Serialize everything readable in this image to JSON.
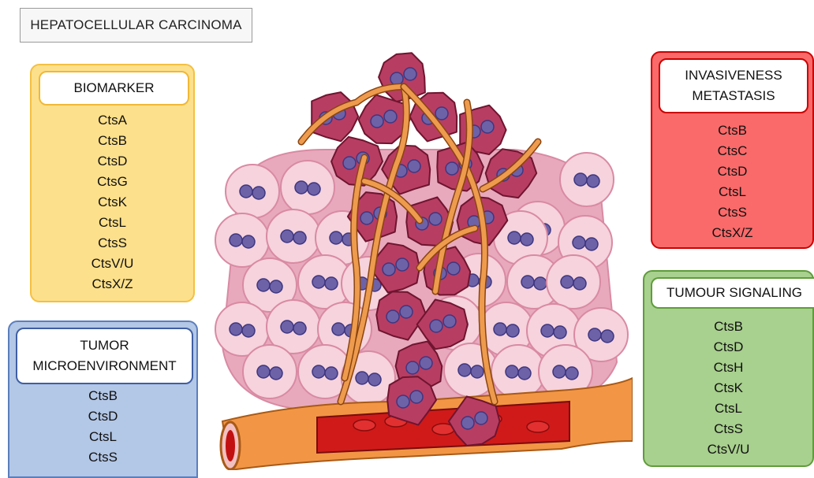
{
  "title": "HEPATOCELLULAR CARCINOMA",
  "panels": {
    "biomarker": {
      "header": [
        "BIOMARKER"
      ],
      "items": [
        "CtsA",
        "CtsB",
        "CtsD",
        "CtsG",
        "CtsK",
        "CtsL",
        "CtsS",
        "CtsV/U",
        "CtsX/Z"
      ],
      "fill": "#fde08b",
      "border": "#f4c042"
    },
    "microenvironment": {
      "header": [
        "TUMOR",
        "MICROENVIRONMENT"
      ],
      "items": [
        "CtsB",
        "CtsD",
        "CtsL",
        "CtsS"
      ],
      "fill": "#b3c7e6",
      "border": "#5b7ebd"
    },
    "invasiveness": {
      "header": [
        "INVASIVENESS",
        "METASTASIS"
      ],
      "items": [
        "CtsB",
        "CtsC",
        "CtsD",
        "CtsL",
        "CtsS",
        "CtsX/Z"
      ],
      "fill": "#fa6a6a",
      "border": "#cc0000"
    },
    "signaling": {
      "header": [
        "TUMOUR SIGNALING"
      ],
      "items": [
        "CtsB",
        "CtsD",
        "CtsH",
        "CtsK",
        "CtsL",
        "CtsS",
        "CtsV/U"
      ],
      "fill": "#a8d08e",
      "border": "#5f9c3a"
    }
  },
  "illustration": {
    "subject": "liver tumor with hepatocytes, cancer cells, capillaries and blood vessel",
    "colors": {
      "hepatocyte": "#f6d3dd",
      "hepatocyte_edge": "#d98aa3",
      "nucleus": "#6d62a8",
      "tumor_cell": "#b83d63",
      "tumor_edge": "#6e1530",
      "capillary": "#ee9b4e",
      "vessel_wall": "#f29645",
      "blood": "#d01a1a"
    }
  }
}
